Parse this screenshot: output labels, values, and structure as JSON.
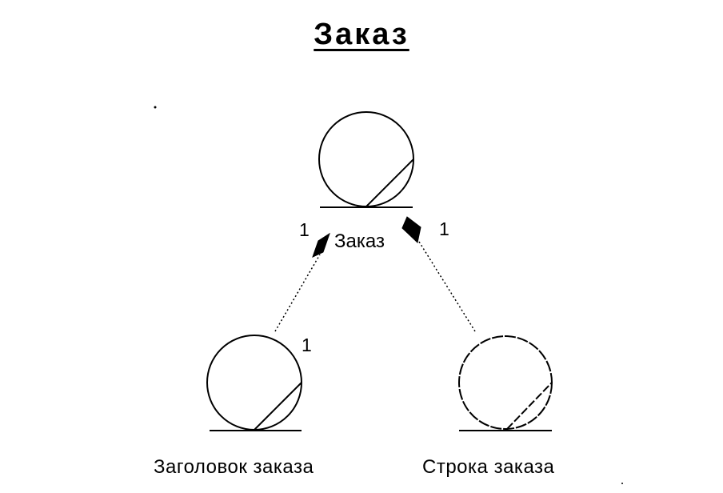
{
  "diagram": {
    "title": "Заказ",
    "nodes": [
      {
        "id": "order",
        "label": "Заказ"
      },
      {
        "id": "order-header",
        "label": "Заголовок заказа"
      },
      {
        "id": "order-line",
        "label": "Строка заказа"
      }
    ],
    "associations": [
      {
        "from": "order",
        "to": "order-header",
        "kind": "aggregation",
        "multiplicity_near_order": "1",
        "multiplicity_near_part": "1"
      },
      {
        "from": "order",
        "to": "order-line",
        "kind": "aggregation",
        "multiplicity_near_order": "1"
      }
    ]
  }
}
